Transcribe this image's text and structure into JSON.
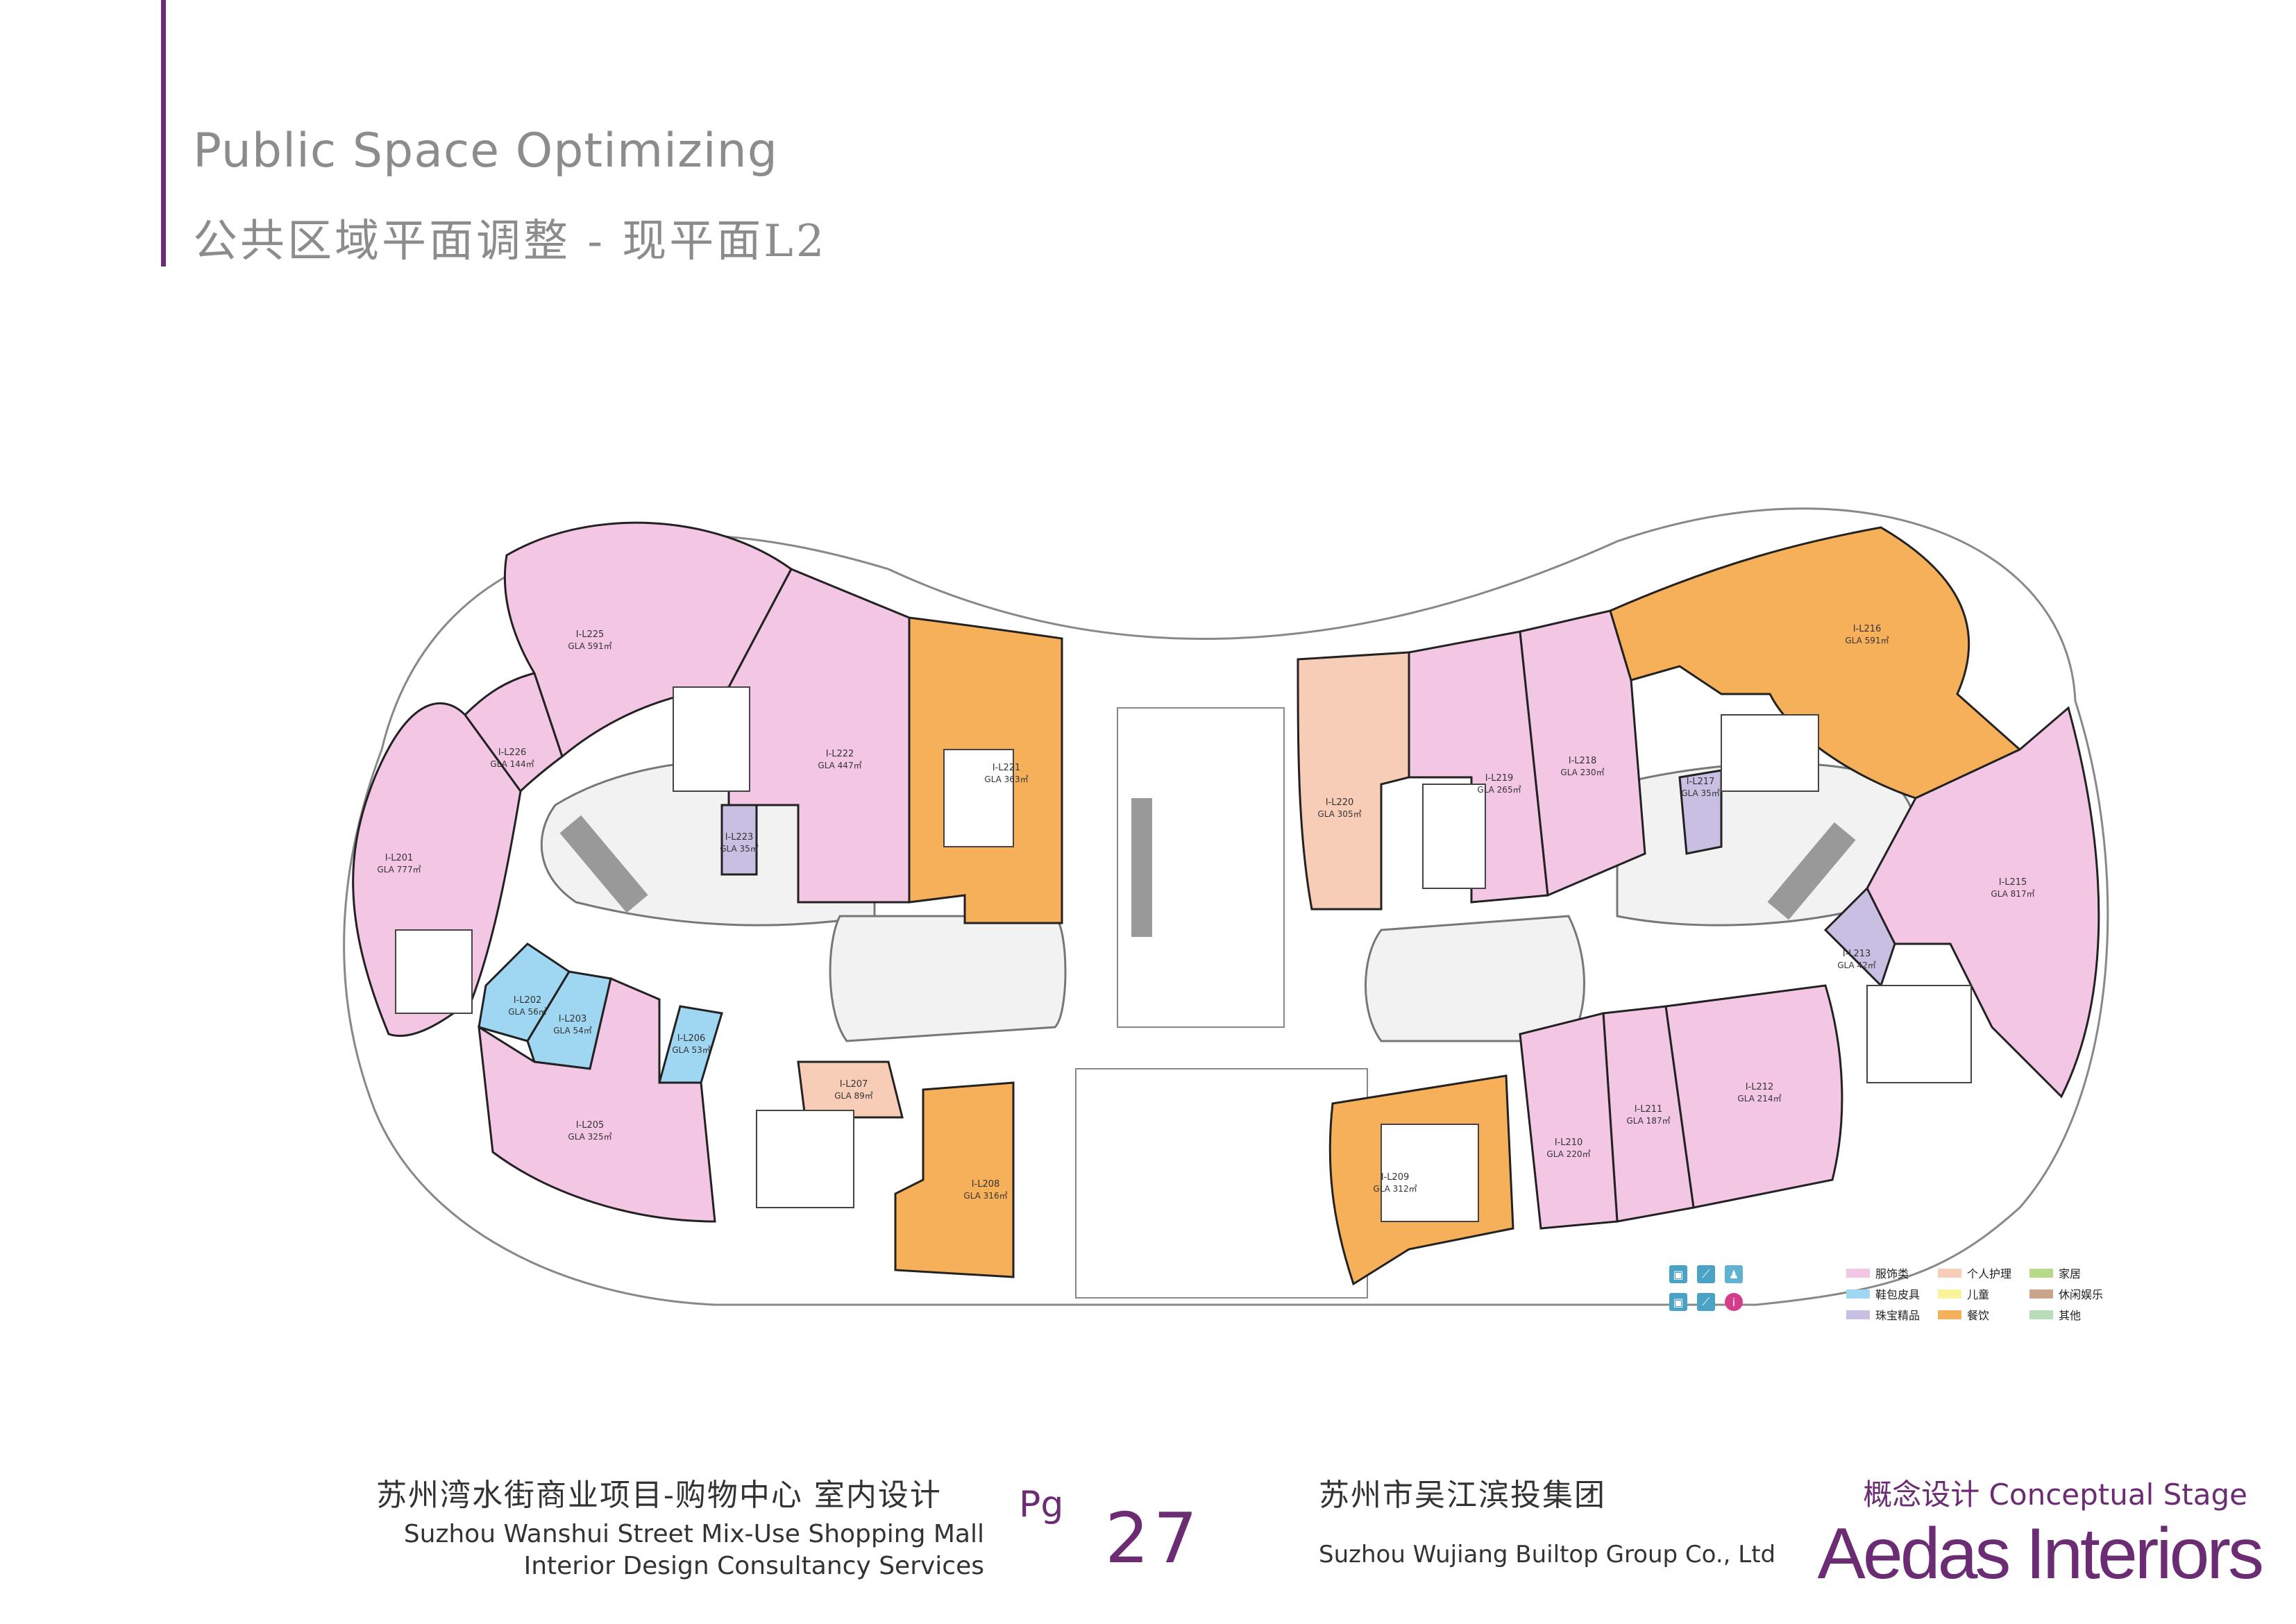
{
  "header": {
    "title_en": "Public Space Optimizing",
    "title_cn": "公共区域平面调整 - 现平面L2"
  },
  "colors": {
    "accent": "#6b2c73",
    "apparel": "#f3c6e4",
    "bags": "#9fd6f1",
    "jewelry": "#c9bfe3",
    "personal_care": "#f7cdb8",
    "kids": "#fbf39c",
    "food": "#f6b05a",
    "home": "#b9d98a",
    "leisure": "#c9a48a",
    "other": "#b9dcb9"
  },
  "units": [
    {
      "id": "I-L225",
      "gla": "GLA 591㎡"
    },
    {
      "id": "I-L226",
      "gla": "GLA 144㎡"
    },
    {
      "id": "I-L201",
      "gla": "GLA 777㎡"
    },
    {
      "id": "I-L223",
      "gla": "GLA 35㎡"
    },
    {
      "id": "I-L222",
      "gla": "GLA 447㎡"
    },
    {
      "id": "I-L221",
      "gla": "GLA 363㎡"
    },
    {
      "id": "I-L202",
      "gla": "GLA 56㎡"
    },
    {
      "id": "I-L203",
      "gla": "GLA 54㎡"
    },
    {
      "id": "I-L206",
      "gla": "GLA 53㎡"
    },
    {
      "id": "I-L205",
      "gla": "GLA 325㎡"
    },
    {
      "id": "I-L207",
      "gla": "GLA 89㎡"
    },
    {
      "id": "I-L208",
      "gla": "GLA 316㎡"
    },
    {
      "id": "I-L220",
      "gla": "GLA 305㎡"
    },
    {
      "id": "I-L219",
      "gla": "GLA 265㎡"
    },
    {
      "id": "I-L218",
      "gla": "GLA 230㎡"
    },
    {
      "id": "I-L217",
      "gla": "GLA 35㎡"
    },
    {
      "id": "I-L216",
      "gla": "GLA 591㎡"
    },
    {
      "id": "I-L215",
      "gla": "GLA 817㎡"
    },
    {
      "id": "I-L213",
      "gla": "GLA 42㎡"
    },
    {
      "id": "I-L212",
      "gla": "GLA 214㎡"
    },
    {
      "id": "I-L211",
      "gla": "GLA 187㎡"
    },
    {
      "id": "I-L210",
      "gla": "GLA 220㎡"
    },
    {
      "id": "I-L209",
      "gla": "GLA 312㎡"
    }
  ],
  "legend": [
    {
      "label": "服饰类",
      "color_key": "apparel"
    },
    {
      "label": "个人护理",
      "color_key": "personal_care"
    },
    {
      "label": "家居",
      "color_key": "home"
    },
    {
      "label": "鞋包皮具",
      "color_key": "bags"
    },
    {
      "label": "儿童",
      "color_key": "kids"
    },
    {
      "label": "休闲娱乐",
      "color_key": "leisure"
    },
    {
      "label": "珠宝精品",
      "color_key": "jewelry"
    },
    {
      "label": "餐饮",
      "color_key": "food"
    },
    {
      "label": "其他",
      "color_key": "other"
    }
  ],
  "icons": [
    "elevator-icon",
    "escalator-icon",
    "restroom-icon",
    "elevator-icon",
    "escalator-icon",
    "info-icon"
  ],
  "footer": {
    "project_cn": "苏州湾水街商业项目-购物中心 室内设计",
    "project_en_1": "Suzhou Wanshui Street Mix-Use Shopping Mall",
    "project_en_2": "Interior Design Consultancy Services",
    "page_label": "Pg",
    "page_number": "27",
    "client_cn": "苏州市吴江滨投集团",
    "client_en": "Suzhou Wujiang Builtop Group Co., Ltd",
    "stage": "概念设计 Conceptual Stage",
    "brand": "Aedas Interiors"
  }
}
